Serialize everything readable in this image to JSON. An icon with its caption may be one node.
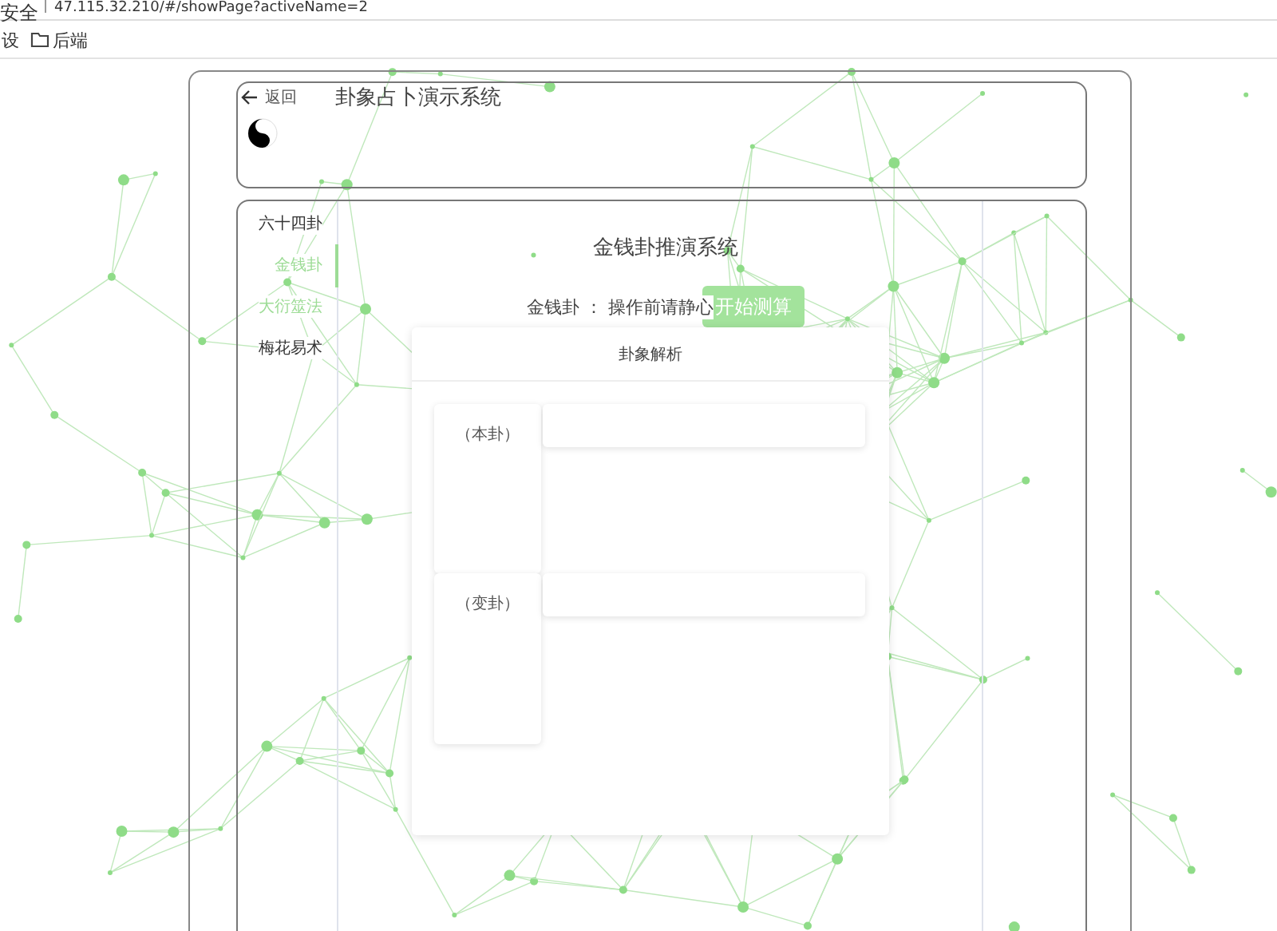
{
  "diagram": {
    "nodes": [
      {
        "text": [],
        "shape": "box"
      },
      {
        "text": [
          "返回",
          "卦象占卜演示系统"
        ],
        "in": 0
      },
      {
        "text": [],
        "shape": "box",
        "in": 0
      },
      {
        "text": [
          "六十四卦",
          "金钱卦",
          "大衍筮法",
          "梅花易术"
        ],
        "in": 2
      },
      {
        "text": [
          "开始测算"
        ],
        "in": 2
      },
      {
        "text": [
          "卦象解析"
        ],
        "in": 2
      },
      {
        "text": [
          "（本卦）"
        ],
        "in": 5
      },
      {
        "text": [],
        "shape": "box",
        "in": 5
      },
      {
        "text": [
          "（变卦）"
        ],
        "in": 5
      },
      {
        "text": [],
        "shape": "box",
        "in": 5
      }
    ],
    "labels": [
      "安全",
      "47.115.32.210/#/showPage?activeName=2",
      "设",
      "后端",
      "金钱卦推演系统",
      "金钱卦 ： 操作前请静心"
    ]
  }
}
